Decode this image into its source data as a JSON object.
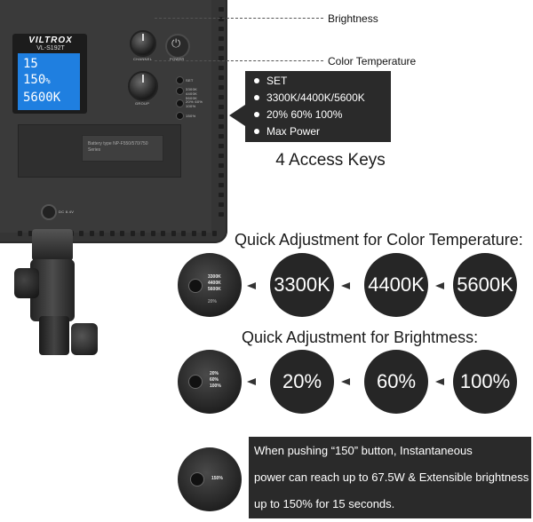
{
  "callouts": {
    "brightness": "Brightness",
    "color_temperature": "Color Temperature"
  },
  "device": {
    "brand": "VILTROX",
    "model": "VL-S192T",
    "lcd": {
      "line1": "15",
      "line2": "150",
      "line2_unit": "%",
      "line3": "5600K"
    },
    "knob_labels": {
      "channel": "CHANNEL",
      "power": "POWER",
      "group": "GROUP"
    },
    "key_labels": [
      "SET",
      "3300K 4400K 5600K",
      "20% 60% 100%",
      "150%"
    ],
    "battery_label": "Battery type NP-F550/570/750 Series",
    "dc_label": "DC 8.4V"
  },
  "access_keys": {
    "items": [
      "SET",
      "3300K/4400K/5600K",
      "20% 60% 100%",
      "Max Power"
    ],
    "title": "4 Access Keys"
  },
  "color_temp": {
    "title": "Quick Adjustment for Color Temperature:",
    "button_labels": [
      "3300K",
      "4400K",
      "5600K",
      "20%"
    ],
    "values": [
      "3300K",
      "4400K",
      "5600K"
    ]
  },
  "brightness": {
    "title": "Quick Adjustment for Brightmess:",
    "button_labels": [
      "20%",
      "60%",
      "100%"
    ],
    "values": [
      "20%",
      "60%",
      "100%"
    ]
  },
  "max_power": {
    "button_label": "150%",
    "text_lines": [
      "When pushing “150” button, Instantaneous",
      "power can reach up to 67.5W & Extensible brightness",
      "up to 150% for 15 seconds."
    ]
  },
  "colors": {
    "dark_box": "#2a2a2a",
    "lcd_blue": "#1f7fe0"
  }
}
